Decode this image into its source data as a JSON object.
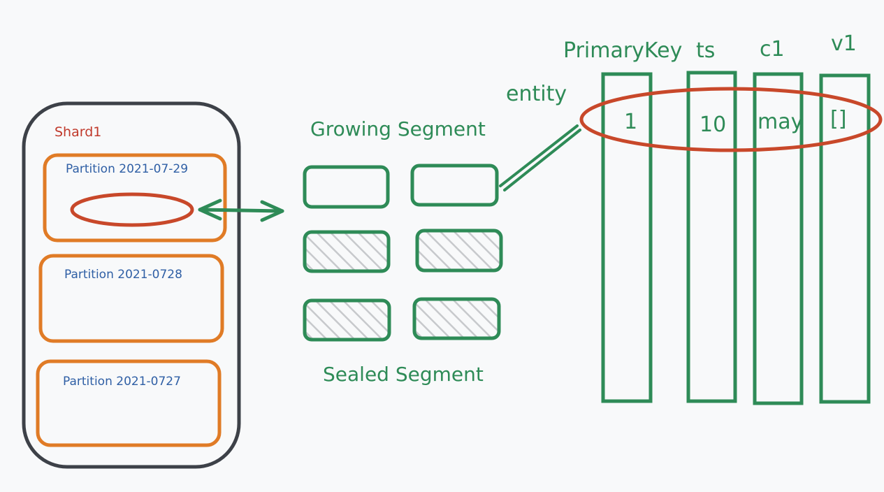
{
  "shard": {
    "label": "Shard1",
    "partitions": [
      {
        "label": "Partition 2021-07-29"
      },
      {
        "label": "Partition 2021-0728"
      },
      {
        "label": "Partition 2021-0727"
      }
    ]
  },
  "segments": {
    "growing_label": "Growing Segment",
    "sealed_label": "Sealed Segment"
  },
  "entity": {
    "label": "entity",
    "columns": [
      {
        "header": "PrimaryKey",
        "value": "1"
      },
      {
        "header": "ts",
        "value": "10"
      },
      {
        "header": "c1",
        "value": "may"
      },
      {
        "header": "v1",
        "value": "[]"
      }
    ]
  },
  "colors": {
    "green": "#2e8b57",
    "orange": "#e07b26",
    "red": "#c8482a",
    "dark": "#3d4148",
    "partition_text": "#2f5fa5",
    "shard_text": "#c0392b",
    "hatch": "#c7c9cc"
  }
}
